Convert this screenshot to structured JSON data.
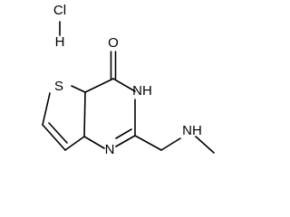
{
  "figure": {
    "atoms": {
      "cl": "Cl",
      "h_hcl": "H",
      "o": "O",
      "s": "S",
      "nh_ring": "NH",
      "n_ring": "N",
      "nh_chain": "NH"
    }
  }
}
